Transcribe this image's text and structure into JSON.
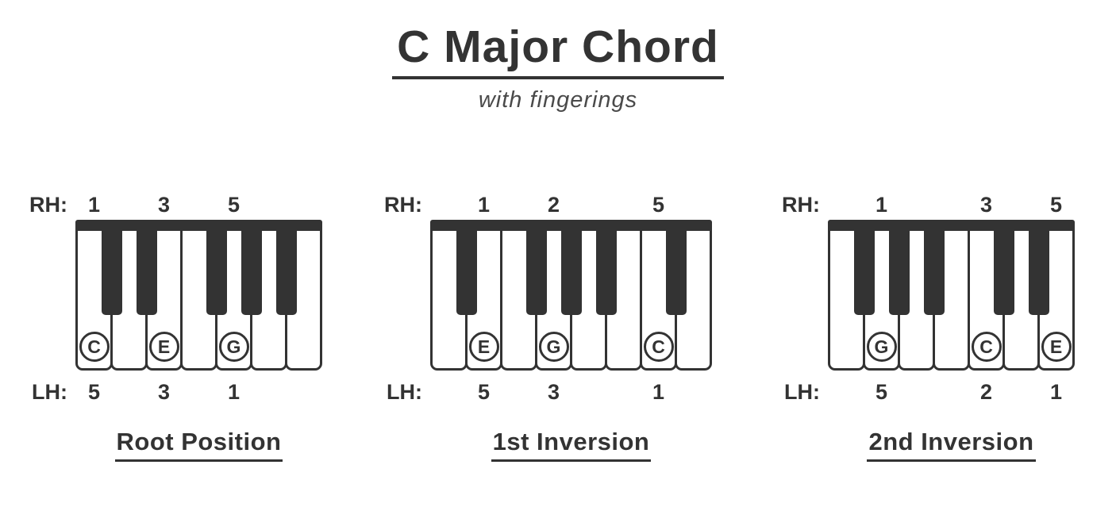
{
  "title": "C Major Chord",
  "subtitle": "with fingerings",
  "hand_labels": {
    "right": "RH:",
    "left": "LH:"
  },
  "colors": {
    "ink": "#333333",
    "subtitle_text": "#4a4a4a",
    "white_key": "#ffffff"
  },
  "diagrams": [
    {
      "caption": "Root Position",
      "white_keys": [
        "C",
        "D",
        "E",
        "F",
        "G",
        "A",
        "B"
      ],
      "black_keys_after": [
        0,
        1,
        3,
        4,
        5
      ],
      "fingerings": [
        {
          "key_index": 0,
          "note": "C",
          "rh": "1",
          "lh": "5"
        },
        {
          "key_index": 2,
          "note": "E",
          "rh": "3",
          "lh": "3"
        },
        {
          "key_index": 4,
          "note": "G",
          "rh": "5",
          "lh": "1"
        }
      ]
    },
    {
      "caption": "1st Inversion",
      "white_keys": [
        "D",
        "E",
        "F",
        "G",
        "A",
        "B",
        "C",
        "D"
      ],
      "black_keys_after": [
        0,
        2,
        3,
        4,
        6
      ],
      "fingerings": [
        {
          "key_index": 1,
          "note": "E",
          "rh": "1",
          "lh": "5"
        },
        {
          "key_index": 3,
          "note": "G",
          "rh": "2",
          "lh": "3"
        },
        {
          "key_index": 6,
          "note": "C",
          "rh": "5",
          "lh": "1"
        }
      ]
    },
    {
      "caption": "2nd Inversion",
      "white_keys": [
        "F",
        "G",
        "A",
        "B",
        "C",
        "D",
        "E"
      ],
      "black_keys_after": [
        0,
        1,
        2,
        4,
        5
      ],
      "fingerings": [
        {
          "key_index": 1,
          "note": "G",
          "rh": "1",
          "lh": "5"
        },
        {
          "key_index": 4,
          "note": "C",
          "rh": "3",
          "lh": "2"
        },
        {
          "key_index": 6,
          "note": "E",
          "rh": "5",
          "lh": "1"
        }
      ]
    }
  ]
}
